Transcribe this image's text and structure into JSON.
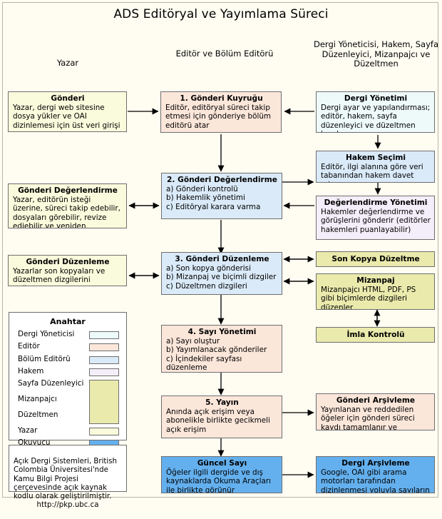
{
  "title": "ADS Editöryal ve Yayımlama Süreci",
  "columns": [
    {
      "id": "author",
      "label": "Yazar"
    },
    {
      "id": "editor",
      "label": "Editör ve\nBölüm Editörü"
    },
    {
      "id": "staff",
      "label": "Dergi Yöneticisi,\nHakem, Sayfa Düzenleyici,\nMizanpajcı ve Düzeltmen"
    }
  ],
  "boxes": {
    "submission": {
      "title": "Gönderi",
      "body": "Yazar, dergi web sitesine dosya yükler ve OAI dizinlemesi için üst veri girişi yapar",
      "role": "author"
    },
    "submission_queue": {
      "title": "1. Gönderi Kuyruğu",
      "body": "Editör, editöryal süreci takip etmesi için gönderiye bölüm editörü atar",
      "role": "editor"
    },
    "journal_management": {
      "title": "Dergi Yönetimi",
      "body": "Dergi ayar ve yapılandırması; editör, hakem, sayfa düzenleyici ve düzeltmen kaydı",
      "role": "manager"
    },
    "reviewer_selection": {
      "title": "Hakem Seçimi",
      "body": "Editör, ilgi alanına göre veri tabanından hakem davet eder",
      "role": "section"
    },
    "submission_evaluation_author": {
      "title": "Gönderi Değerlendirme",
      "body": "Yazar, editörün isteği üzerine, süreci takip edebilir, dosyaları görebilir, revize ediebilir ve yeniden gönderebilir",
      "role": "author"
    },
    "submission_review": {
      "title": "2. Gönderi Değerlendirme",
      "body": "a) Gönderi kontrolü\nb) Hakemlik yönetimi\nc) Editöryal karara varma",
      "role": "section"
    },
    "review_management": {
      "title": "Değerlendirme Yönetimi",
      "body": "Hakemler değerlendirme ve görüşlerini gönderir (editörler hakemleri puanlayabilir)",
      "role": "reviewer"
    },
    "submission_editing_author": {
      "title": "Gönderi Düzenleme",
      "body": "Yazarlar son kopyaları ve düzeltmen dizgilerini değerlendirir",
      "role": "author"
    },
    "submission_editing": {
      "title": "3. Gönderi Düzenleme",
      "body": "a) Son kopya gönderisi\nb) Mizanpaj ve biçimli dizgiler\nc) Düzeltmen dizgileri",
      "role": "section"
    },
    "copyediting": {
      "title": "Son Kopya Düzeltme",
      "body": "",
      "role": "layout"
    },
    "layout_editing": {
      "title": "Mizanpaj",
      "body": "Mizanpajcı HTML, PDF, PS gibi biçimlerde dizgileri düzenler",
      "role": "layout"
    },
    "proofreading": {
      "title": "İmla Kontrolü",
      "body": "",
      "role": "layout"
    },
    "issue_management": {
      "title": "4. Sayı Yönetimi",
      "body": "a) Sayı oluştur\nb) Yayımlanacak gönderiler\nc) İçindekiler sayfası düzenleme",
      "role": "editor"
    },
    "publication": {
      "title": "5. Yayın",
      "body": "Anında açık erişim veya abonelikle birlikte gecikmeli açık erişim",
      "role": "editor"
    },
    "submission_archive": {
      "title": "Gönderi Arşivleme",
      "body": "Yayınlanan ve reddedilen öğeler için gönderi süreci kaydı tamamlanır ve arşivlenir",
      "role": "editor"
    },
    "current_issue": {
      "title": "Güncel Sayı",
      "body": "Öğeler  ilgili dergide ve dış kaynaklarda  Okuma Araçları  ile birlikte  görünür",
      "role": "reader"
    },
    "journal_archive": {
      "title": "Dergi Arşivleme",
      "body": "Google, OAI gibi arama motorları tarafından  dizinlenmesi yoluyla sayıların listelemesi",
      "role": "reader"
    }
  },
  "legend": {
    "title": "Anahtar",
    "items": [
      {
        "label": "Dergi Yöneticisi",
        "role": "manager",
        "grouped": false
      },
      {
        "label": "Editör",
        "role": "editor",
        "grouped": false
      },
      {
        "label": "Bölüm Editörü",
        "role": "section",
        "grouped": false
      },
      {
        "label": "Hakem",
        "role": "reviewer",
        "grouped": false
      },
      {
        "label": "Sayfa Düzenleyici",
        "role": "layout",
        "grouped": true
      },
      {
        "label": "Mizanpajcı",
        "role": "layout",
        "grouped": true
      },
      {
        "label": "Düzeltmen",
        "role": "layout",
        "grouped": true
      },
      {
        "label": "Yazar",
        "role": "author",
        "grouped": false
      },
      {
        "label": "Okuyucu",
        "role": "reader",
        "grouped": false
      }
    ]
  },
  "credit": {
    "text": "Açık Dergi Sistemleri, British Colombia Üniversitesi'nde Kamu Bilgi Projesi çerçevesinde açık kaynak kodlu olarak geliştirilmiştir.",
    "url": "http://pkp.ubc.ca"
  },
  "colors": {
    "manager": "#eefafa",
    "editor": "#fbe6da",
    "section": "#daeaf8",
    "reviewer": "#f4eefa",
    "layout": "#eaeaad",
    "author": "#fafadc",
    "reader": "#64b0ee",
    "background": "#fffdf2",
    "stroke": "#6e6e6e"
  }
}
